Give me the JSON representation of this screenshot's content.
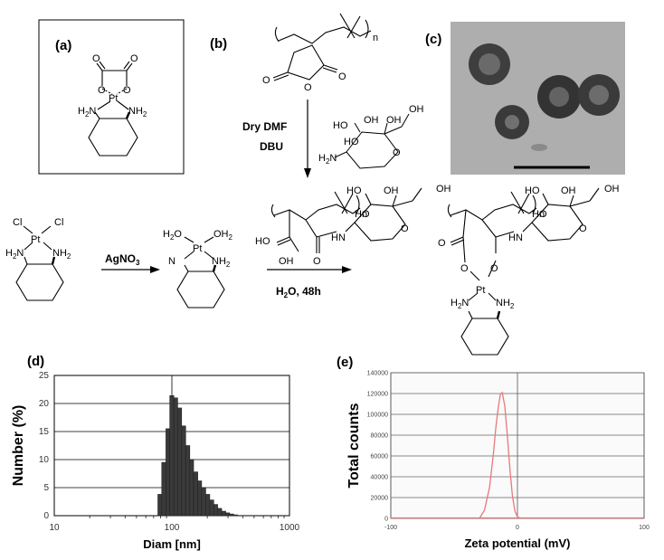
{
  "labels": {
    "a": "(a)",
    "b": "(b)",
    "c": "(c)",
    "d": "(d)",
    "e": "(e)"
  },
  "chem": {
    "pt": "Pt",
    "nh2": "NH",
    "h2n": "H",
    "sub2": "2",
    "n": "n",
    "o": "O",
    "oh": "OH",
    "ho": "HO",
    "cl": "Cl",
    "h2o_ligand_a": "H",
    "oh2_ligand": "OH",
    "nh_amide": "N",
    "h": "H",
    "reagent_dmf": "Dry DMF",
    "reagent_dbu": "DBU",
    "reagent_agno3": "AgNO",
    "reagent_agno3_sub": "3",
    "reagent_water": "H",
    "reagent_water_sub": "2",
    "reagent_water_rest": "O, 48h"
  },
  "chart_data": [
    {
      "type": "bar",
      "panel": "(d)",
      "xlabel": "Diam [nm]",
      "ylabel": "Number (%)",
      "xscale": "log",
      "xlim": [
        10,
        1000
      ],
      "ylim": [
        0,
        25
      ],
      "xticks": [
        "10",
        "100",
        "1000"
      ],
      "yticks": [
        "0",
        "5",
        "10",
        "15",
        "20",
        "25"
      ],
      "grid": true,
      "bins": [
        {
          "x0": 76,
          "x1": 82,
          "value": 3.8
        },
        {
          "x0": 82,
          "x1": 89,
          "value": 9.5
        },
        {
          "x0": 89,
          "x1": 96,
          "value": 15.5
        },
        {
          "x0": 96,
          "x1": 104,
          "value": 21.4
        },
        {
          "x0": 104,
          "x1": 112,
          "value": 21.0
        },
        {
          "x0": 112,
          "x1": 121,
          "value": 19.2
        },
        {
          "x0": 121,
          "x1": 131,
          "value": 16.0
        },
        {
          "x0": 131,
          "x1": 142,
          "value": 12.5
        },
        {
          "x0": 142,
          "x1": 153,
          "value": 10.0
        },
        {
          "x0": 153,
          "x1": 166,
          "value": 7.8
        },
        {
          "x0": 166,
          "x1": 179,
          "value": 6.2
        },
        {
          "x0": 179,
          "x1": 194,
          "value": 5.0
        },
        {
          "x0": 194,
          "x1": 210,
          "value": 3.8
        },
        {
          "x0": 210,
          "x1": 227,
          "value": 2.8
        },
        {
          "x0": 227,
          "x1": 245,
          "value": 2.0
        },
        {
          "x0": 245,
          "x1": 265,
          "value": 1.3
        },
        {
          "x0": 265,
          "x1": 287,
          "value": 0.8
        },
        {
          "x0": 287,
          "x1": 310,
          "value": 0.5
        },
        {
          "x0": 310,
          "x1": 335,
          "value": 0.3
        },
        {
          "x0": 335,
          "x1": 362,
          "value": 0.15
        }
      ]
    },
    {
      "type": "line",
      "panel": "(e)",
      "xlabel": "Zeta potential (mV)",
      "ylabel": "Total counts",
      "xlim": [
        -100,
        100
      ],
      "ylim": [
        0,
        140000
      ],
      "xticks": [
        "-100",
        "0",
        "100"
      ],
      "yticks": [
        "0",
        "20000",
        "40000",
        "60000",
        "80000",
        "100000",
        "120000",
        "140000"
      ],
      "grid": true,
      "color": "#e8787c",
      "x": [
        -30,
        -26,
        -22,
        -19,
        -17,
        -15,
        -13.5,
        -12,
        -10,
        -8,
        -6,
        -4,
        -2,
        0,
        3
      ],
      "y": [
        0,
        8000,
        30000,
        62000,
        88000,
        108000,
        119000,
        121000,
        108000,
        80000,
        48000,
        22000,
        7000,
        1500,
        0
      ]
    }
  ]
}
